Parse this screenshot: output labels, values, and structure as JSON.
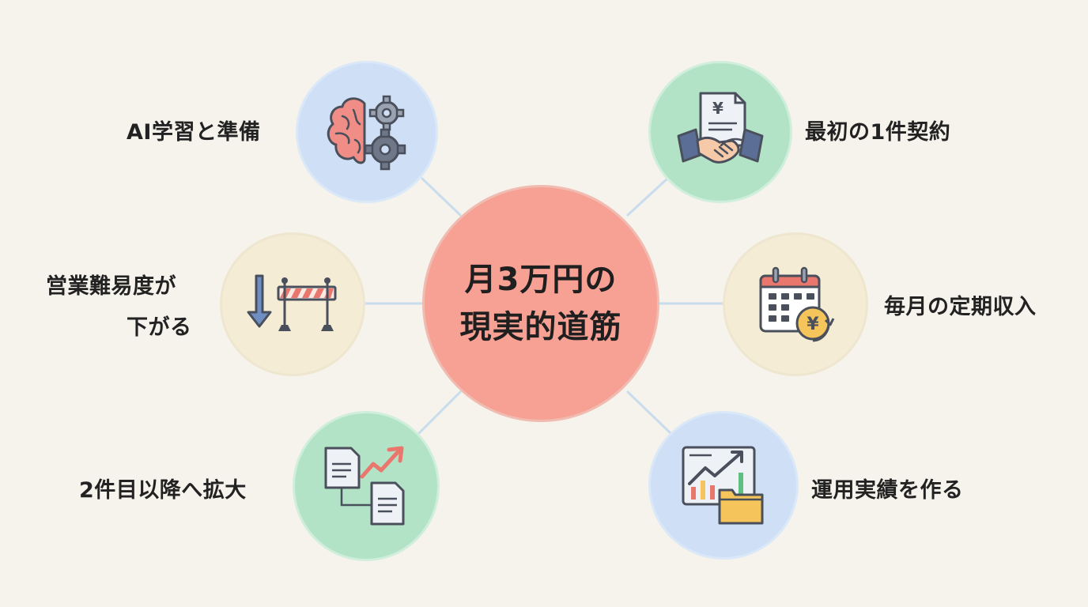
{
  "center": {
    "line1": "月3万円の",
    "line2": "現実的道筋"
  },
  "nodes": {
    "ai": {
      "label": "AI学習と準備",
      "icon": "brain-gears-icon"
    },
    "first": {
      "label": "最初の1件契約",
      "icon": "contract-handshake-icon",
      "symbol": "¥"
    },
    "sales": {
      "label_line1": "営業難易度が",
      "label_line2": "下がる",
      "icon": "down-arrow-barrier-icon"
    },
    "income": {
      "label": "毎月の定期収入",
      "icon": "calendar-yen-icon",
      "symbol": "¥"
    },
    "expand": {
      "label": "2件目以降へ拡大",
      "icon": "documents-growth-icon"
    },
    "record": {
      "label": "運用実績を作る",
      "icon": "chart-folder-icon"
    }
  },
  "colors": {
    "background": "#f6f3ec",
    "center": "#f7a195",
    "blue": "#cfe0f6",
    "green": "#b3e3c6",
    "cream": "#f4ecd5",
    "connector": "#c9dcee"
  }
}
